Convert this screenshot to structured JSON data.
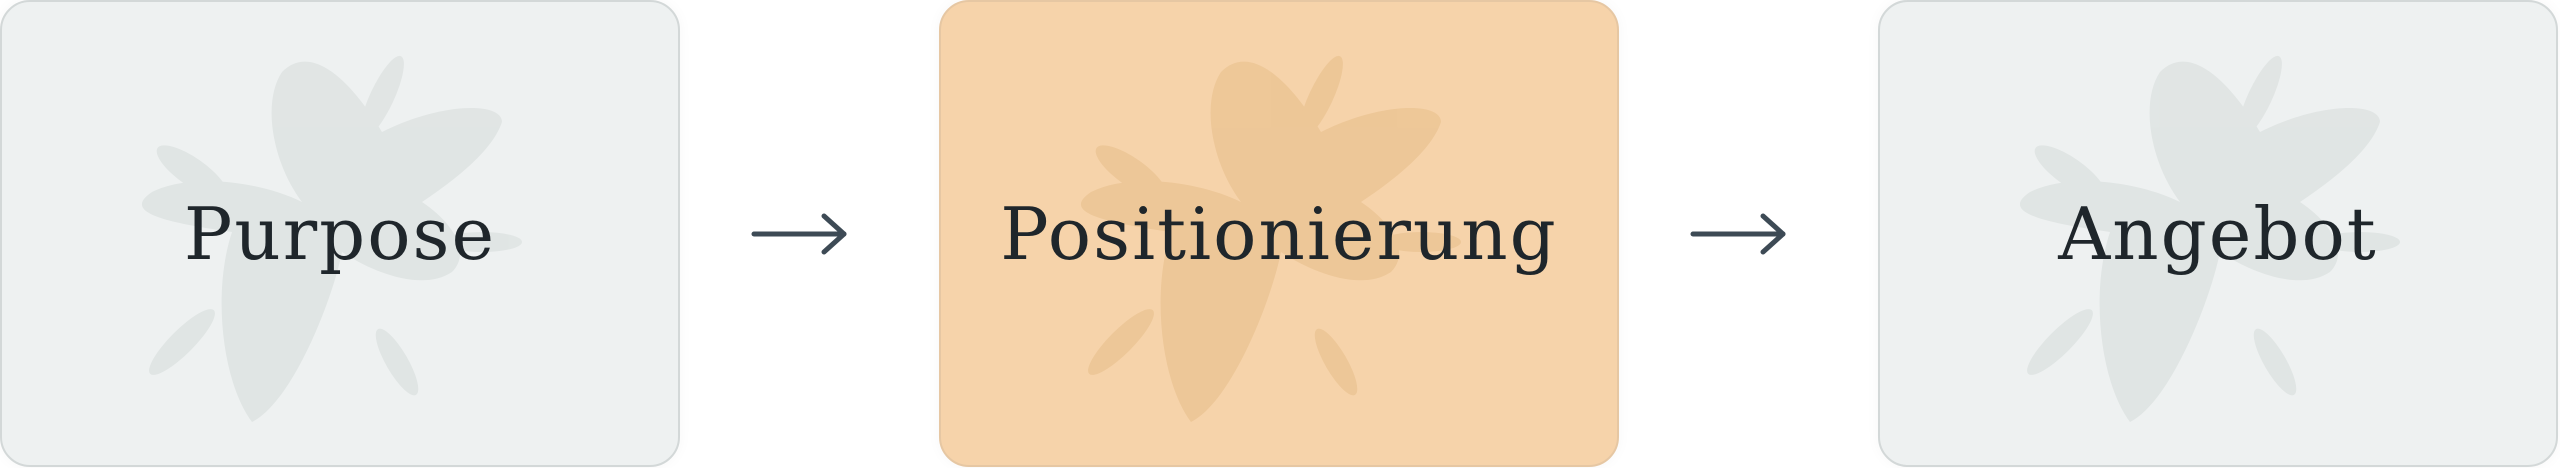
{
  "steps": [
    {
      "label": "Purpose",
      "highlighted": false,
      "fill": "#eef1f1"
    },
    {
      "label": "Positionierung",
      "highlighted": true,
      "fill": "#f6d3aa"
    },
    {
      "label": "Angebot",
      "highlighted": false,
      "fill": "#eef1f1"
    }
  ],
  "connectors": [
    {
      "icon": "arrow-right-icon"
    },
    {
      "icon": "arrow-right-icon"
    }
  ],
  "colors": {
    "card_neutral": "#eef1f1",
    "card_highlight": "#f6d3aa",
    "arrow": "#3d4a55",
    "text": "#1f262b"
  }
}
